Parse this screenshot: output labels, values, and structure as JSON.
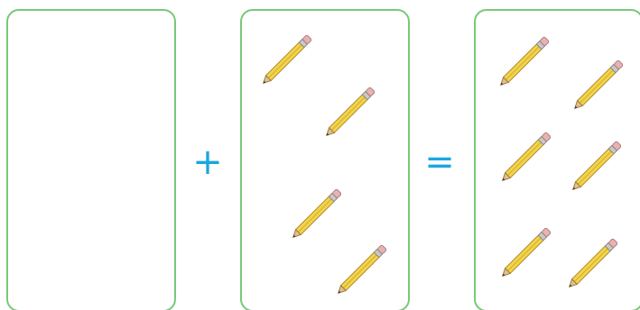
{
  "operators": {
    "plus": "+",
    "equals": "="
  },
  "groups": [
    {
      "pencil_count": 0
    },
    {
      "pencil_count": 4
    },
    {
      "pencil_count": 6
    }
  ],
  "colors": {
    "box_border": "#79c878",
    "operator": "#1aa7de",
    "pencil_body": "#f2d44a",
    "pencil_eraser": "#e6b3b3"
  },
  "icon": "pencil-icon"
}
